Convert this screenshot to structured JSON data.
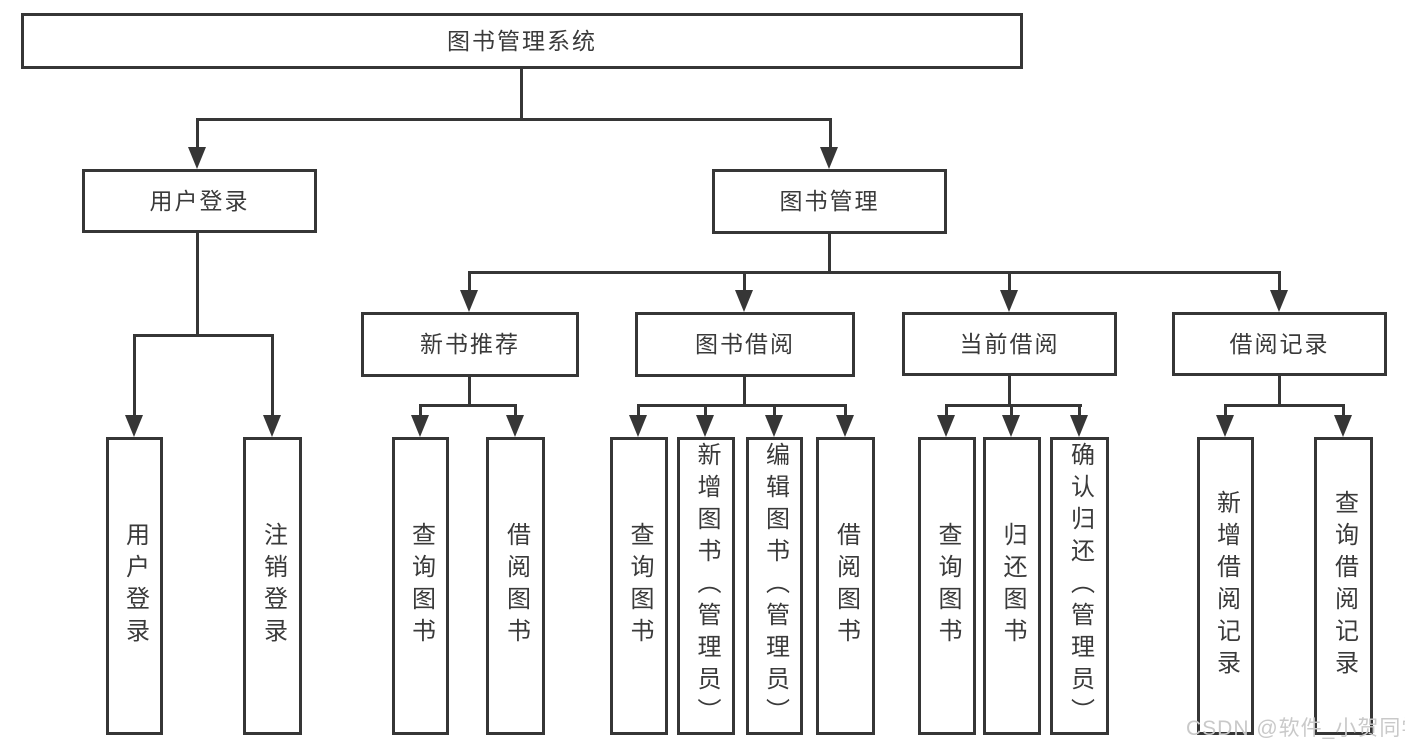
{
  "tree": {
    "root": {
      "label": "图书管理系统"
    },
    "children": [
      {
        "label": "用户登录",
        "children": [
          {
            "label": "用户登录"
          },
          {
            "label": "注销登录"
          }
        ]
      },
      {
        "label": "图书管理",
        "children": [
          {
            "label": "新书推荐",
            "children": [
              {
                "label": "查询图书"
              },
              {
                "label": "借阅图书"
              }
            ]
          },
          {
            "label": "图书借阅",
            "children": [
              {
                "label": "查询图书"
              },
              {
                "label": "新增图书（管理员）"
              },
              {
                "label": "编辑图书（管理员）"
              },
              {
                "label": "借阅图书"
              }
            ]
          },
          {
            "label": "当前借阅",
            "children": [
              {
                "label": "查询图书"
              },
              {
                "label": "归还图书"
              },
              {
                "label": "确认归还（管理员）"
              }
            ]
          },
          {
            "label": "借阅记录",
            "children": [
              {
                "label": "新增借阅记录"
              },
              {
                "label": "查询借阅记录"
              }
            ]
          }
        ]
      }
    ]
  },
  "watermark": {
    "text": "CSDN @软件_小贺同学"
  },
  "colors": {
    "line": "#363636",
    "text": "#3a3a3a",
    "background": "#ffffff",
    "watermark": "#c9c9c9"
  }
}
